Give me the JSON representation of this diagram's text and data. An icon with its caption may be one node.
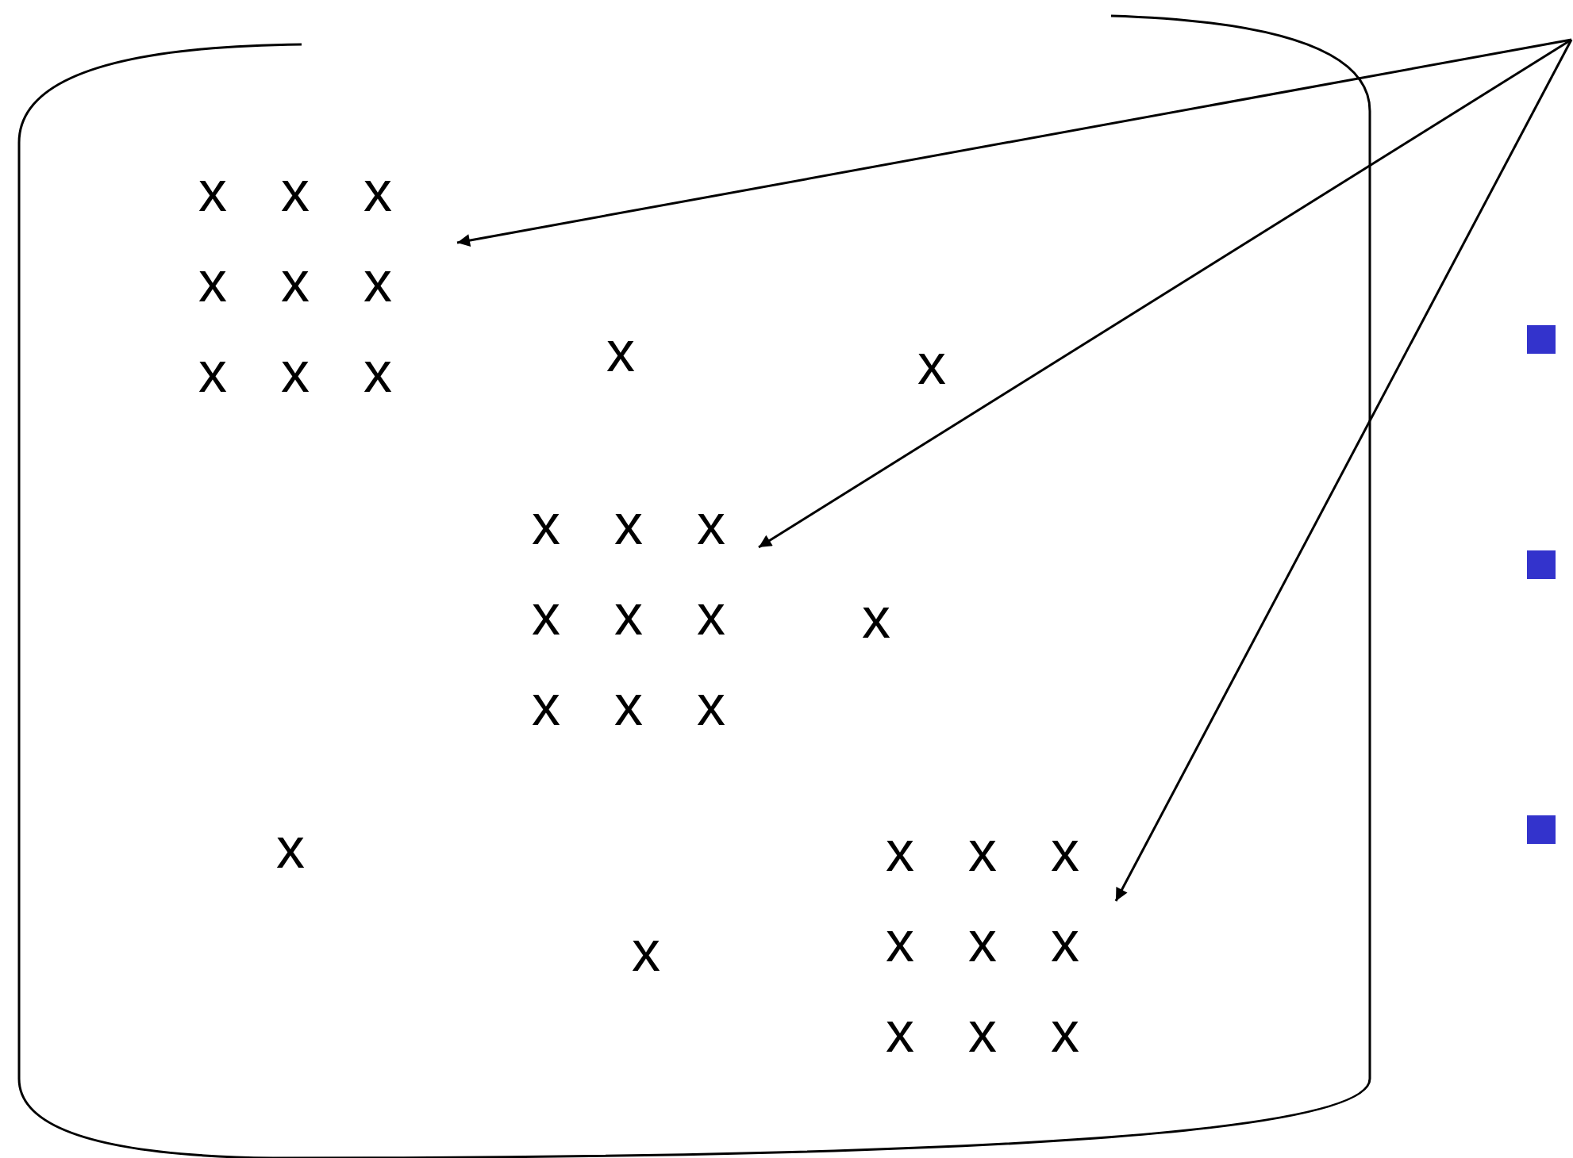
{
  "diagram": {
    "nodes": [
      {
        "text": [],
        "shape": "cylinder"
      },
      {
        "text": [
          "x x x x x x x x x"
        ],
        "in": 0
      },
      {
        "text": [
          "x x x x x x x x x"
        ],
        "in": 0
      },
      {
        "text": [
          "x x x x x x x x x"
        ],
        "in": 0
      }
    ],
    "edges": [
      {
        "from": null,
        "to": 1,
        "arrow": "to"
      },
      {
        "from": null,
        "to": 2,
        "arrow": "to"
      },
      {
        "from": null,
        "to": 3,
        "arrow": "to"
      }
    ],
    "labels": [
      "x",
      "x",
      "x",
      "x",
      "x"
    ]
  }
}
